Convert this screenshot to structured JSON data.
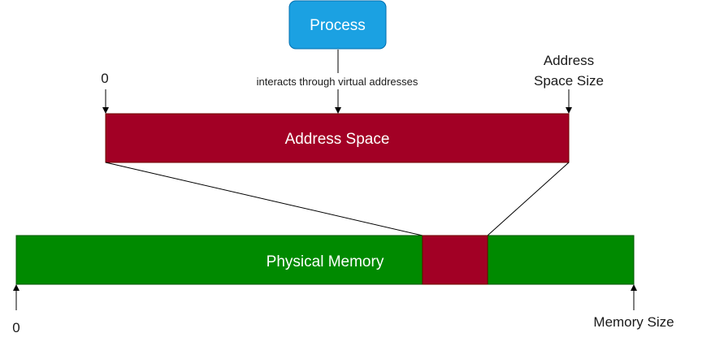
{
  "diagram": {
    "process_label": "Process",
    "edge_label": "interacts through virtual addresses",
    "address_space_label": "Address Space",
    "address_space_start": "0",
    "address_space_end_line1": "Address",
    "address_space_end_line2": "Space Size",
    "physical_memory_label": "Physical Memory",
    "physical_memory_start": "0",
    "physical_memory_end": "Memory Size"
  },
  "colors": {
    "process_fill": "#1ba1e2",
    "process_stroke": "#006eaf",
    "address_space_fill": "#a20025",
    "address_space_stroke": "#6f0000",
    "physical_memory_fill": "#008a00",
    "physical_memory_stroke": "#005700",
    "mapped_region_fill": "#a20025",
    "line": "#000000"
  }
}
